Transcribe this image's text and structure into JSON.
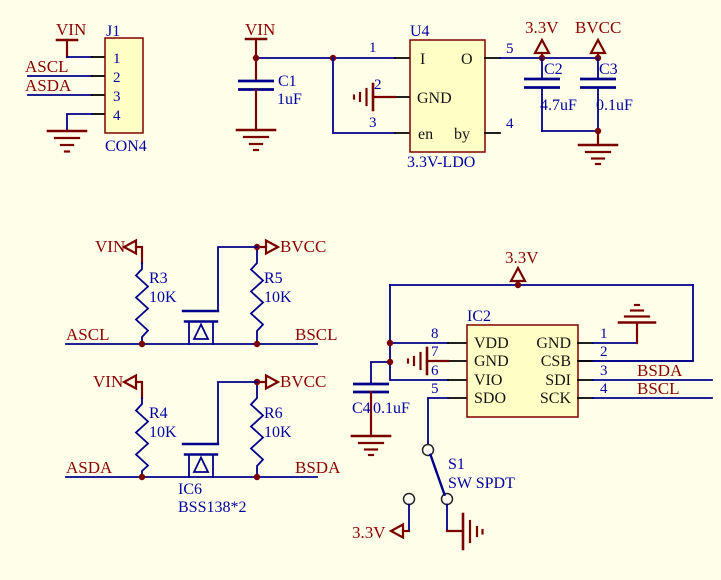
{
  "colors": {
    "background": "#FFFFE9",
    "wire": "#00008B",
    "symbol": "#7A0000",
    "net_label": "#8B0000",
    "designator": "#0000A0",
    "pin_name": "#141414",
    "part_fill": "#FFFFC5",
    "part_border": "#800000"
  },
  "j1": {
    "ref": "J1",
    "value": "CON4",
    "pin_numbers": [
      "1",
      "2",
      "3",
      "4"
    ],
    "net_vin": "VIN",
    "net_ascl": "ASCL",
    "net_asda": "ASDA"
  },
  "u4": {
    "ref": "U4",
    "value": "3.3V-LDO",
    "name_in": "I",
    "name_out": "O",
    "name_gnd": "GND",
    "name_en": "en",
    "name_by": "by",
    "num_in": "1",
    "num_gnd": "2",
    "num_en": "3",
    "num_by": "4",
    "num_out": "5",
    "net_vin": "VIN",
    "net_3v3": "3.3V",
    "net_bvcc": "BVCC"
  },
  "c1": {
    "ref": "C1",
    "value": "1uF"
  },
  "c2": {
    "ref": "C2",
    "value": "4.7uF"
  },
  "c3": {
    "ref": "C3",
    "value": "0.1uF"
  },
  "c4": {
    "ref": "C4",
    "value": "0.1uF"
  },
  "scl": {
    "r_a": "R3",
    "r_a_val": "10K",
    "r_b": "R5",
    "r_b_val": "10K",
    "net_a": "ASCL",
    "net_b": "BSCL",
    "net_vin": "VIN",
    "net_bvcc": "BVCC"
  },
  "sda": {
    "r_a": "R4",
    "r_a_val": "10K",
    "r_b": "R6",
    "r_b_val": "10K",
    "net_a": "ASDA",
    "net_b": "BSDA",
    "net_vin": "VIN",
    "net_bvcc": "BVCC"
  },
  "fet": {
    "ref": "IC6",
    "value": "BSS138*2"
  },
  "ic2": {
    "ref": "IC2",
    "left": [
      {
        "num": "8",
        "name": "VDD"
      },
      {
        "num": "7",
        "name": "GND"
      },
      {
        "num": "6",
        "name": "VIO"
      },
      {
        "num": "5",
        "name": "SDO"
      }
    ],
    "right": [
      {
        "num": "1",
        "name": "GND"
      },
      {
        "num": "2",
        "name": "CSB"
      },
      {
        "num": "3",
        "name": "SDI"
      },
      {
        "num": "4",
        "name": "SCK"
      }
    ],
    "net_3v3": "3.3V",
    "net_bsda": "BSDA",
    "net_bscl": "BSCL"
  },
  "s1": {
    "ref": "S1",
    "value": "SW SPDT",
    "net_3v3": "3.3V"
  }
}
